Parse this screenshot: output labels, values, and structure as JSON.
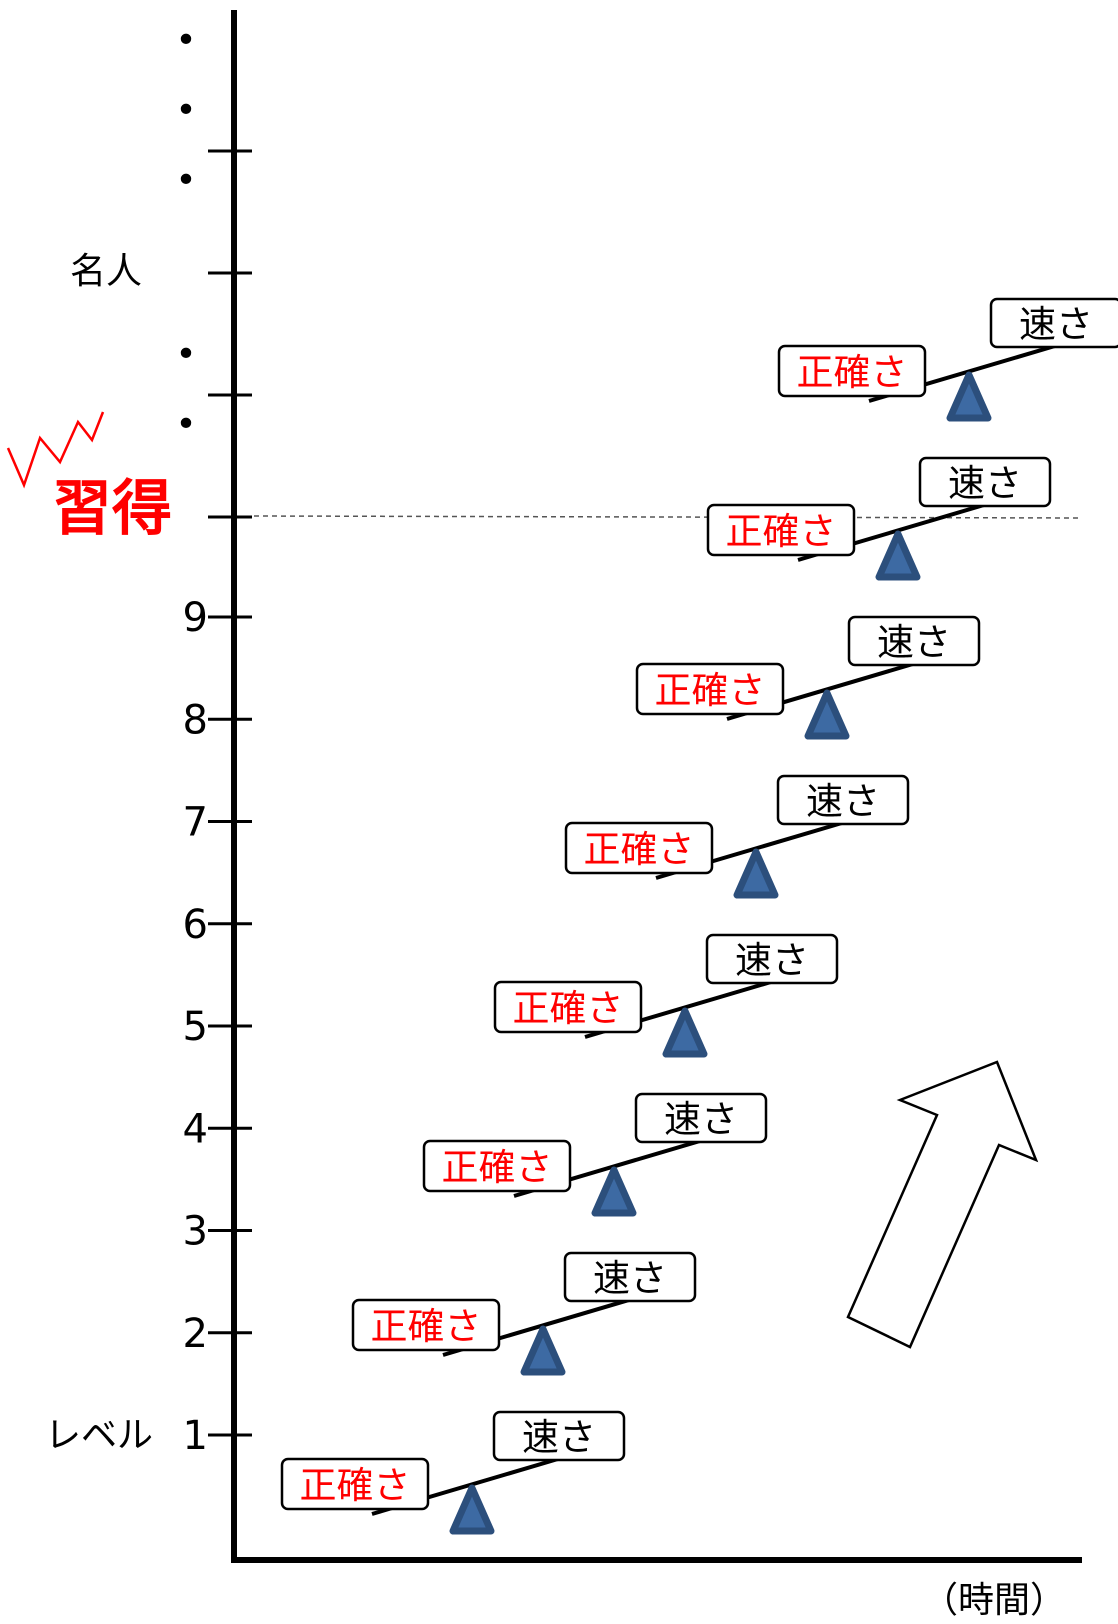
{
  "axis": {
    "x_label": "（時間）",
    "y_ticks": [
      "1",
      "2",
      "3",
      "4",
      "5",
      "6",
      "7",
      "8",
      "9"
    ],
    "level_prefix": "レベル",
    "mastery_label": "習得",
    "expert_label": "名人",
    "ellipsis_dot": "•"
  },
  "seesaw": {
    "accuracy_label": "正確さ",
    "speed_label": "速さ",
    "levels": [
      1,
      2,
      3,
      4,
      5,
      6,
      7,
      8
    ]
  },
  "colors": {
    "accuracy_text": "#ff0000",
    "mastery_text": "#ff0000",
    "speed_text": "#000000",
    "triangle_fill": "#3d6aa3",
    "triangle_stroke": "#2c4f7c",
    "axis": "#000000"
  },
  "icons": {
    "progress_arrow": "up-right-arrow-icon",
    "mastery_spark": "zigzag-spark-icon",
    "fulcrum": "triangle-fulcrum-icon"
  }
}
